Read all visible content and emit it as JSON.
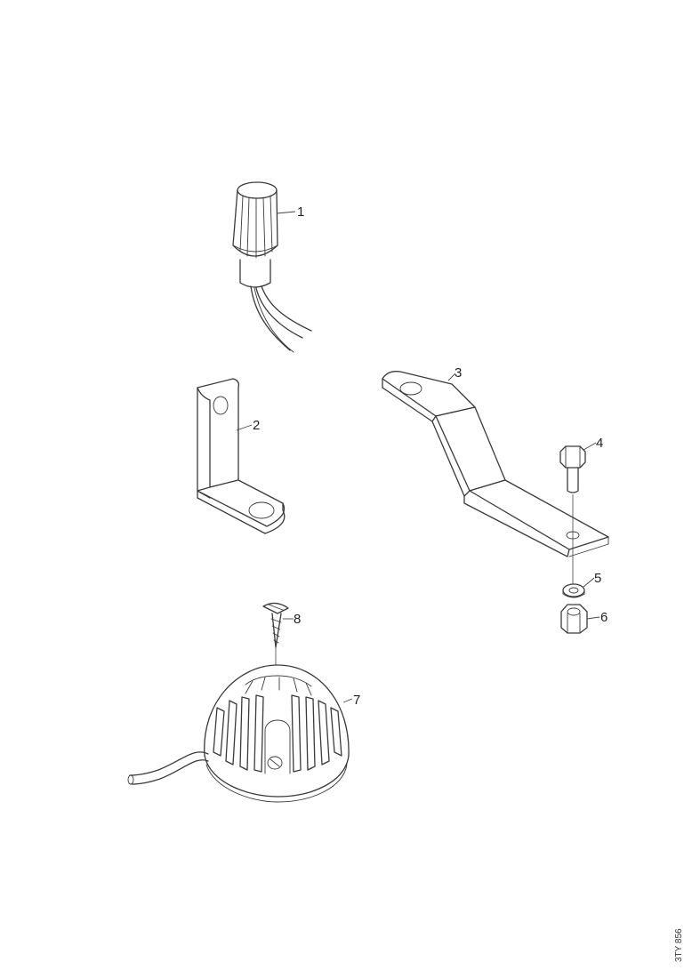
{
  "diagram": {
    "parts": [
      {
        "id": "part-1",
        "callout": "1"
      },
      {
        "id": "part-2",
        "callout": "2"
      },
      {
        "id": "part-3",
        "callout": "3"
      },
      {
        "id": "part-4",
        "callout": "4"
      },
      {
        "id": "part-5",
        "callout": "5"
      },
      {
        "id": "part-6",
        "callout": "6"
      },
      {
        "id": "part-7",
        "callout": "7"
      },
      {
        "id": "part-8",
        "callout": "8"
      }
    ],
    "drawing_code": "3TY 856"
  }
}
